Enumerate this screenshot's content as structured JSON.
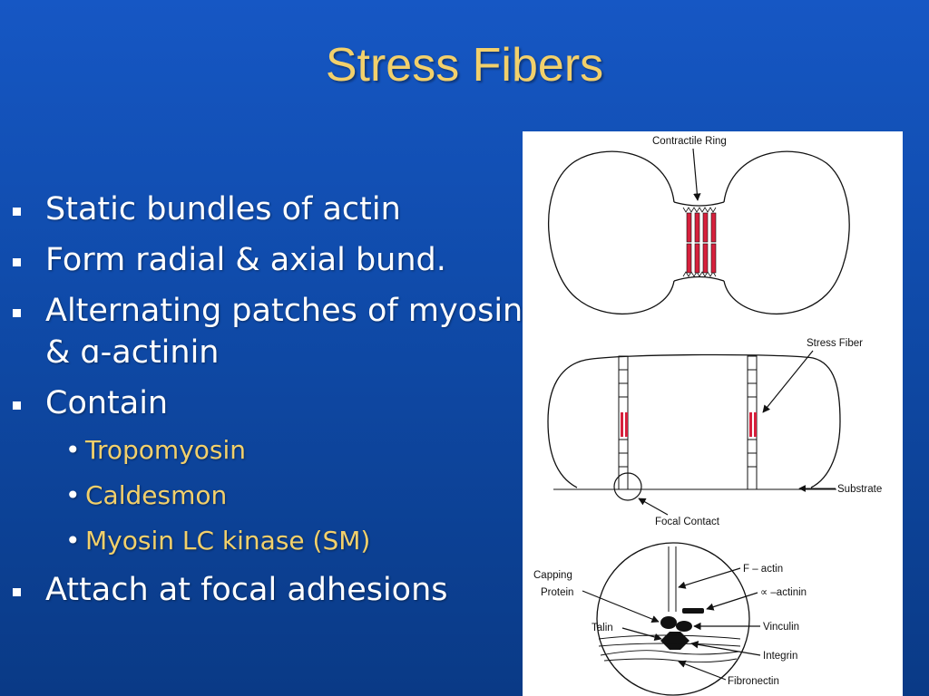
{
  "slide": {
    "title": "Stress Fibers",
    "bullets": [
      {
        "text": "Static bundles of actin"
      },
      {
        "text": "Form radial & axial bund."
      },
      {
        "text": "Alternating patches of myosin & ɑ-actinin"
      },
      {
        "text": "Contain",
        "sub": [
          "Tropomyosin",
          "Caldesmon",
          "Myosin LC kinase (SM)"
        ]
      },
      {
        "text": "Attach at focal adhesions"
      }
    ]
  },
  "diagram": {
    "labels": {
      "contractile_ring": "Contractile Ring",
      "stress_fiber": "Stress Fiber",
      "substrate": "Substrate",
      "focal_contact": "Focal Contact",
      "f_actin": "F – actin",
      "alpha_actinin": "∝ –actinin",
      "capping": "Capping",
      "protein": "Protein",
      "talin": "Talin",
      "vinculin": "Vinculin",
      "integrin": "Integrin",
      "fibronectin": "Fibronectin"
    },
    "colors": {
      "fiber": "#d6203c",
      "line": "#111111"
    }
  }
}
